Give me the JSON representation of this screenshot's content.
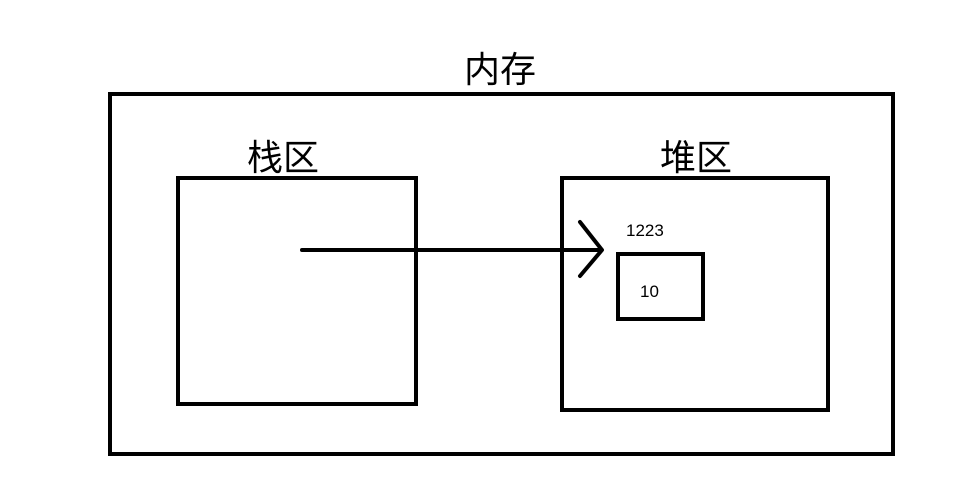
{
  "memory": {
    "label": "内存"
  },
  "stack": {
    "label": "栈区"
  },
  "heap": {
    "label": "堆区",
    "object": {
      "address": "1223",
      "value": "10"
    }
  },
  "colors": {
    "stroke": "#000000",
    "background": "#ffffff"
  }
}
